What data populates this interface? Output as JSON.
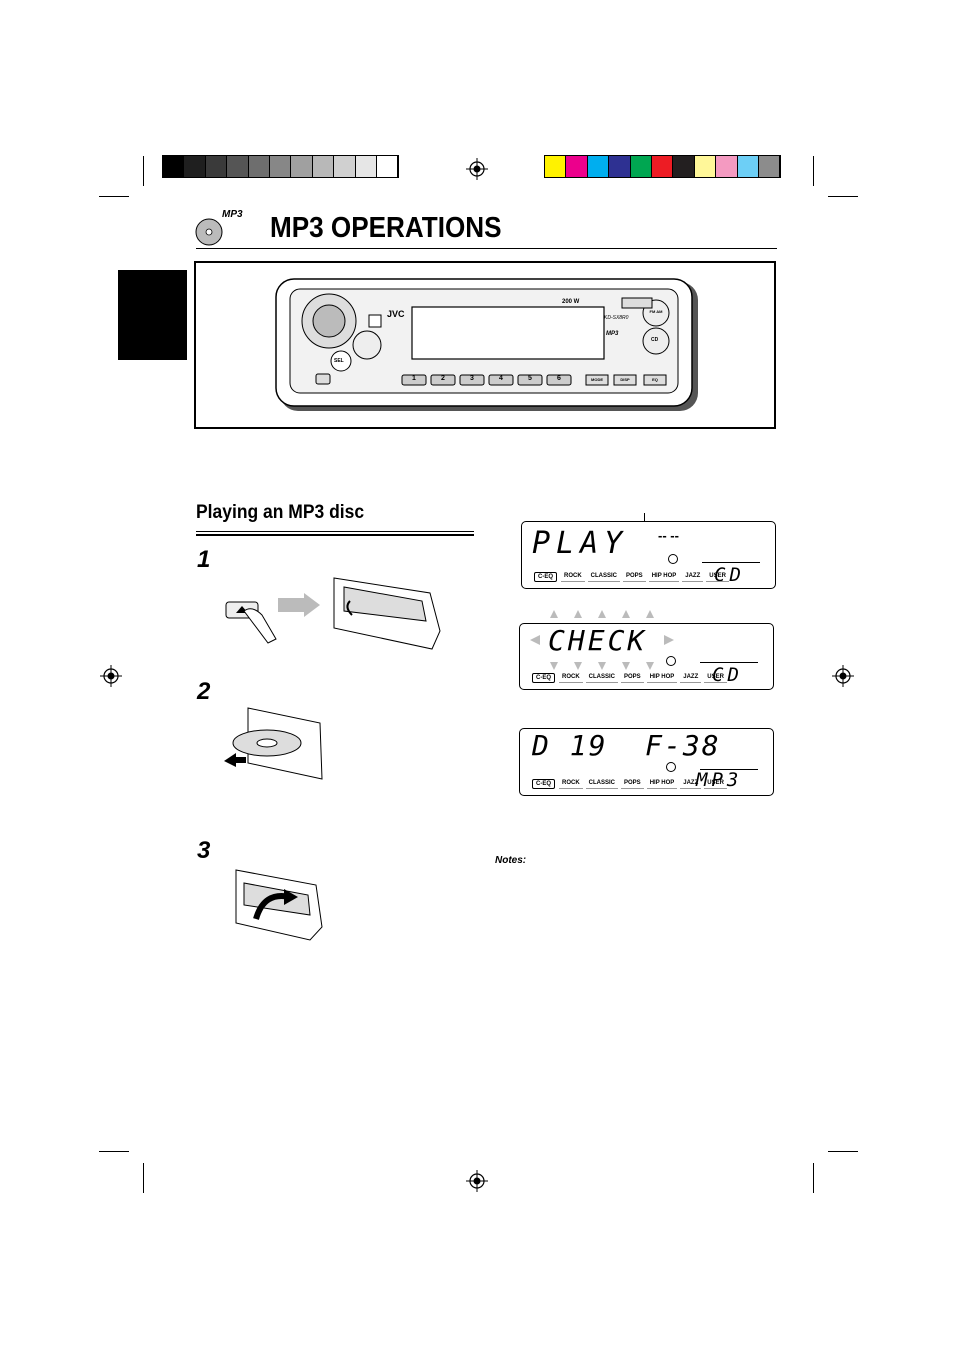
{
  "page": {
    "title": "MP3 OPERATIONS",
    "title_icon_label": "MP3",
    "section_title": "Playing an MP3 disc",
    "notes_label": "Notes:"
  },
  "steps": [
    "1",
    "2",
    "3"
  ],
  "colors": {
    "gray_strip": [
      "#000000",
      "#1f1f1f",
      "#3a3a3a",
      "#555555",
      "#6e6e6e",
      "#878787",
      "#a0a0a0",
      "#b8b8b8",
      "#d0d0d0",
      "#e6e6e6",
      "#ffffff"
    ],
    "color_strip": [
      "#fff200",
      "#ec008c",
      "#00aeef",
      "#2e3192",
      "#00a651",
      "#ed1c24",
      "#231f20",
      "#fff799",
      "#f49ac1",
      "#6dcff6",
      "#8c8c8c"
    ]
  },
  "unit": {
    "brand": "JVC",
    "power": "200 W",
    "model": "KD-SX8R0",
    "sel_label": "SEL",
    "presets": [
      "1",
      "2",
      "3",
      "4",
      "5",
      "6"
    ],
    "mp3_badge": "MP3",
    "fm_am": "FM AM",
    "cd": "CD",
    "menu_labels": [
      "MODE",
      "DISP",
      "EQ"
    ]
  },
  "eq_labels": [
    "C-EQ",
    "ROCK",
    "CLASSIC",
    "POPS",
    "HIP HOP",
    "JAZZ",
    "USER"
  ],
  "displays": [
    {
      "main": "PLAY",
      "extra": "-- --",
      "source": "CD"
    },
    {
      "main": "CHECK",
      "extra": "",
      "source": "CD"
    },
    {
      "main": "D 19  F-38",
      "extra": "",
      "source": "MP3"
    }
  ]
}
